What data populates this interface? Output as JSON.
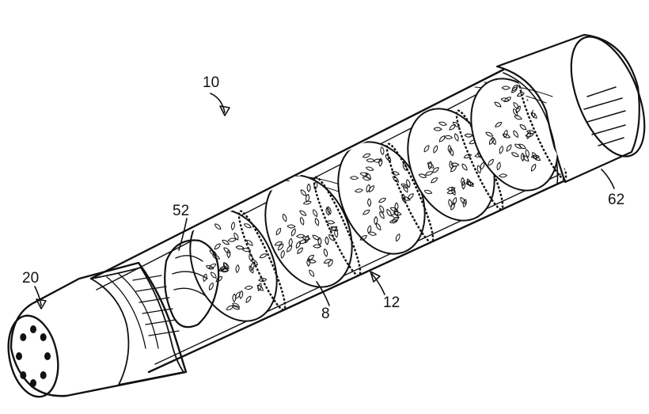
{
  "figure": {
    "labels": {
      "device": "10",
      "nozzle": "20",
      "valve": "52",
      "pellets": "8",
      "tube": "12",
      "cap": "62"
    }
  },
  "colors": {
    "ink": "#111111",
    "paper": "#ffffff"
  }
}
